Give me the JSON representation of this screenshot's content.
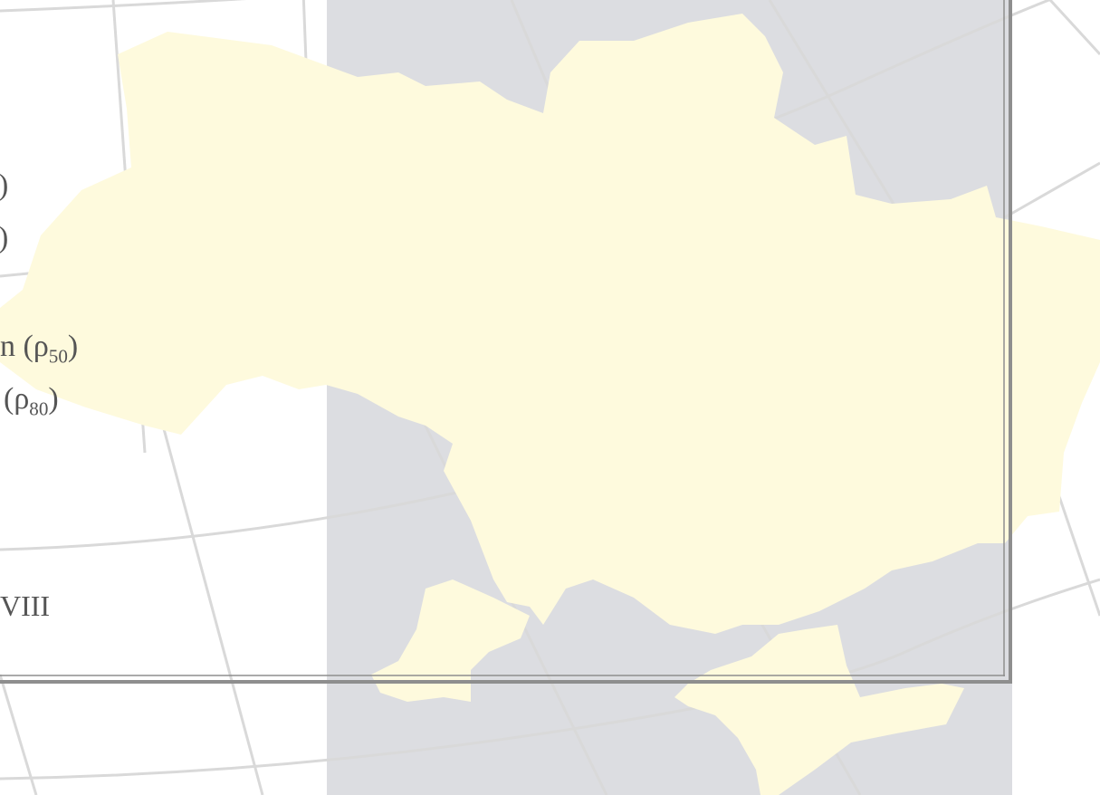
{
  "colors": {
    "page_background": "#ffffff",
    "grey_zone": "#dcdde1",
    "territory_fill": "#fefadd",
    "graticule_line": "#d9d9d9",
    "frame_line": "#8e8e8e",
    "legend_text": "#555555"
  },
  "legend": {
    "row1": {
      "text": ")"
    },
    "row2": {
      "text": ")"
    },
    "row3": {
      "prefix": "n (ρ",
      "sub": "50",
      "suffix": ")"
    },
    "row4": {
      "prefix": "(ρ",
      "sub": "80",
      "suffix": ")"
    },
    "row5": {
      "text": "VIII"
    }
  }
}
